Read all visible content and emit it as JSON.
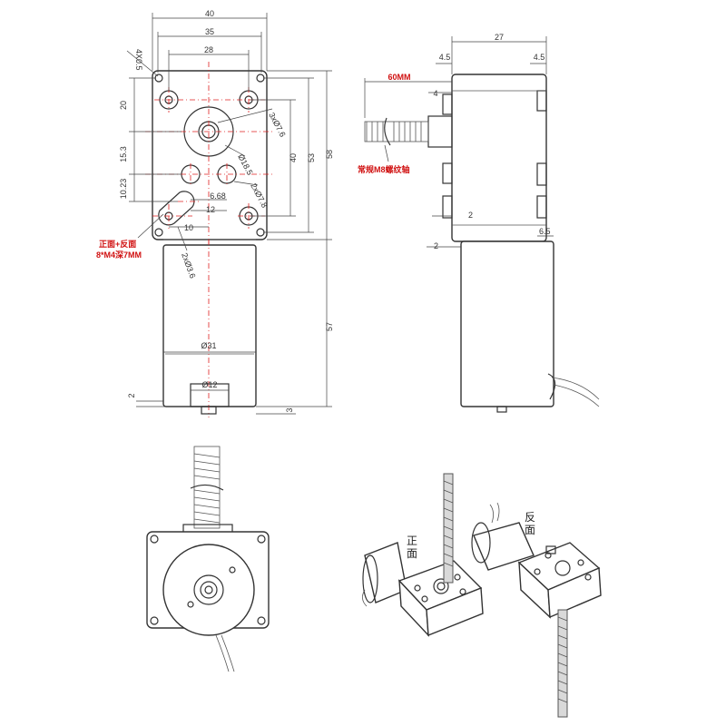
{
  "front_view": {
    "dims": {
      "w40": "40",
      "w35": "35",
      "w28": "28",
      "h20": "20",
      "h15_3": "15.3",
      "h10_23": "10.23",
      "h40": "40",
      "h53": "53",
      "h58": "58",
      "h57": "57",
      "d_center": "Ø18.5",
      "d_holes_a": "3xØ7.6",
      "d_holes_b": "2xØ7.8",
      "d_slot": "2xØ3.6",
      "x6_68": "6.68",
      "x12": "12",
      "x10": "10",
      "d31": "Ø31",
      "d12": "Ø12",
      "h2": "2",
      "h3": "3",
      "chamfer": "4X0.5"
    },
    "thread_note": "正面+反面",
    "thread_spec": "8*M4深7MM"
  },
  "side_view": {
    "dims": {
      "w27": "27",
      "w4_5_left": "4.5",
      "w4_5_right": "4.5",
      "v4": "4",
      "v2a": "2",
      "v2b": "2",
      "v6_5": "6.5"
    },
    "shaft_length": "60MM",
    "shaft_note": "常规M8螺纹轴"
  },
  "iso_labels": {
    "front": "正面",
    "back": "反面"
  },
  "colors": {
    "centerline": "#e02020",
    "red_text": "#d01010",
    "line": "#333333"
  }
}
